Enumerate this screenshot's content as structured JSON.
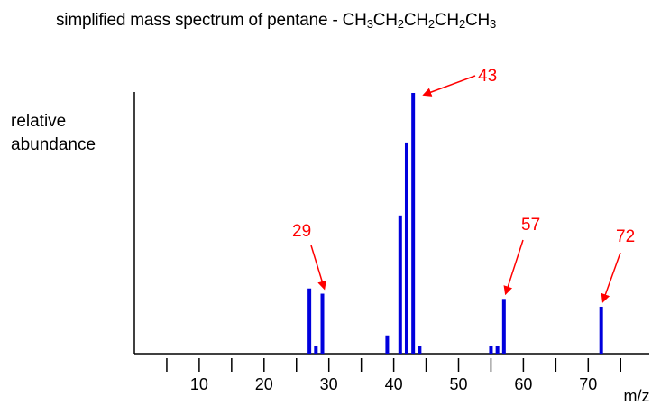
{
  "chart_data": {
    "type": "bar",
    "title": "simplified mass spectrum of pentane  -  CH",
    "title_formula": [
      {
        "t": "CH"
      },
      {
        "s": "3"
      },
      {
        "t": "CH"
      },
      {
        "s": "2"
      },
      {
        "t": "CH"
      },
      {
        "s": "2"
      },
      {
        "t": "CH"
      },
      {
        "s": "2"
      },
      {
        "t": "CH"
      },
      {
        "s": "3"
      }
    ],
    "title_text": "simplified mass spectrum of pentane  -  ",
    "ylabel": [
      "relative",
      "abundance"
    ],
    "xlabel": "m/z",
    "xlim": [
      0,
      78
    ],
    "ylim": [
      0,
      100
    ],
    "xticks": [
      5,
      10,
      15,
      20,
      25,
      30,
      35,
      40,
      45,
      50,
      55,
      60,
      65,
      70,
      75
    ],
    "xtick_labels": [
      10,
      20,
      30,
      40,
      50,
      60,
      70
    ],
    "bar_color": "#0000dd",
    "annotation_color": "#ff0000",
    "peaks": [
      {
        "x": 27,
        "y": 25
      },
      {
        "x": 28,
        "y": 3
      },
      {
        "x": 29,
        "y": 23
      },
      {
        "x": 39,
        "y": 7
      },
      {
        "x": 41,
        "y": 53
      },
      {
        "x": 42,
        "y": 81
      },
      {
        "x": 43,
        "y": 100
      },
      {
        "x": 44,
        "y": 3
      },
      {
        "x": 55,
        "y": 3
      },
      {
        "x": 56,
        "y": 3
      },
      {
        "x": 57,
        "y": 21
      },
      {
        "x": 72,
        "y": 18
      }
    ],
    "annotations": [
      {
        "label": "43",
        "x": 43
      },
      {
        "label": "29",
        "x": 29
      },
      {
        "label": "57",
        "x": 57
      },
      {
        "label": "72",
        "x": 72
      }
    ]
  }
}
